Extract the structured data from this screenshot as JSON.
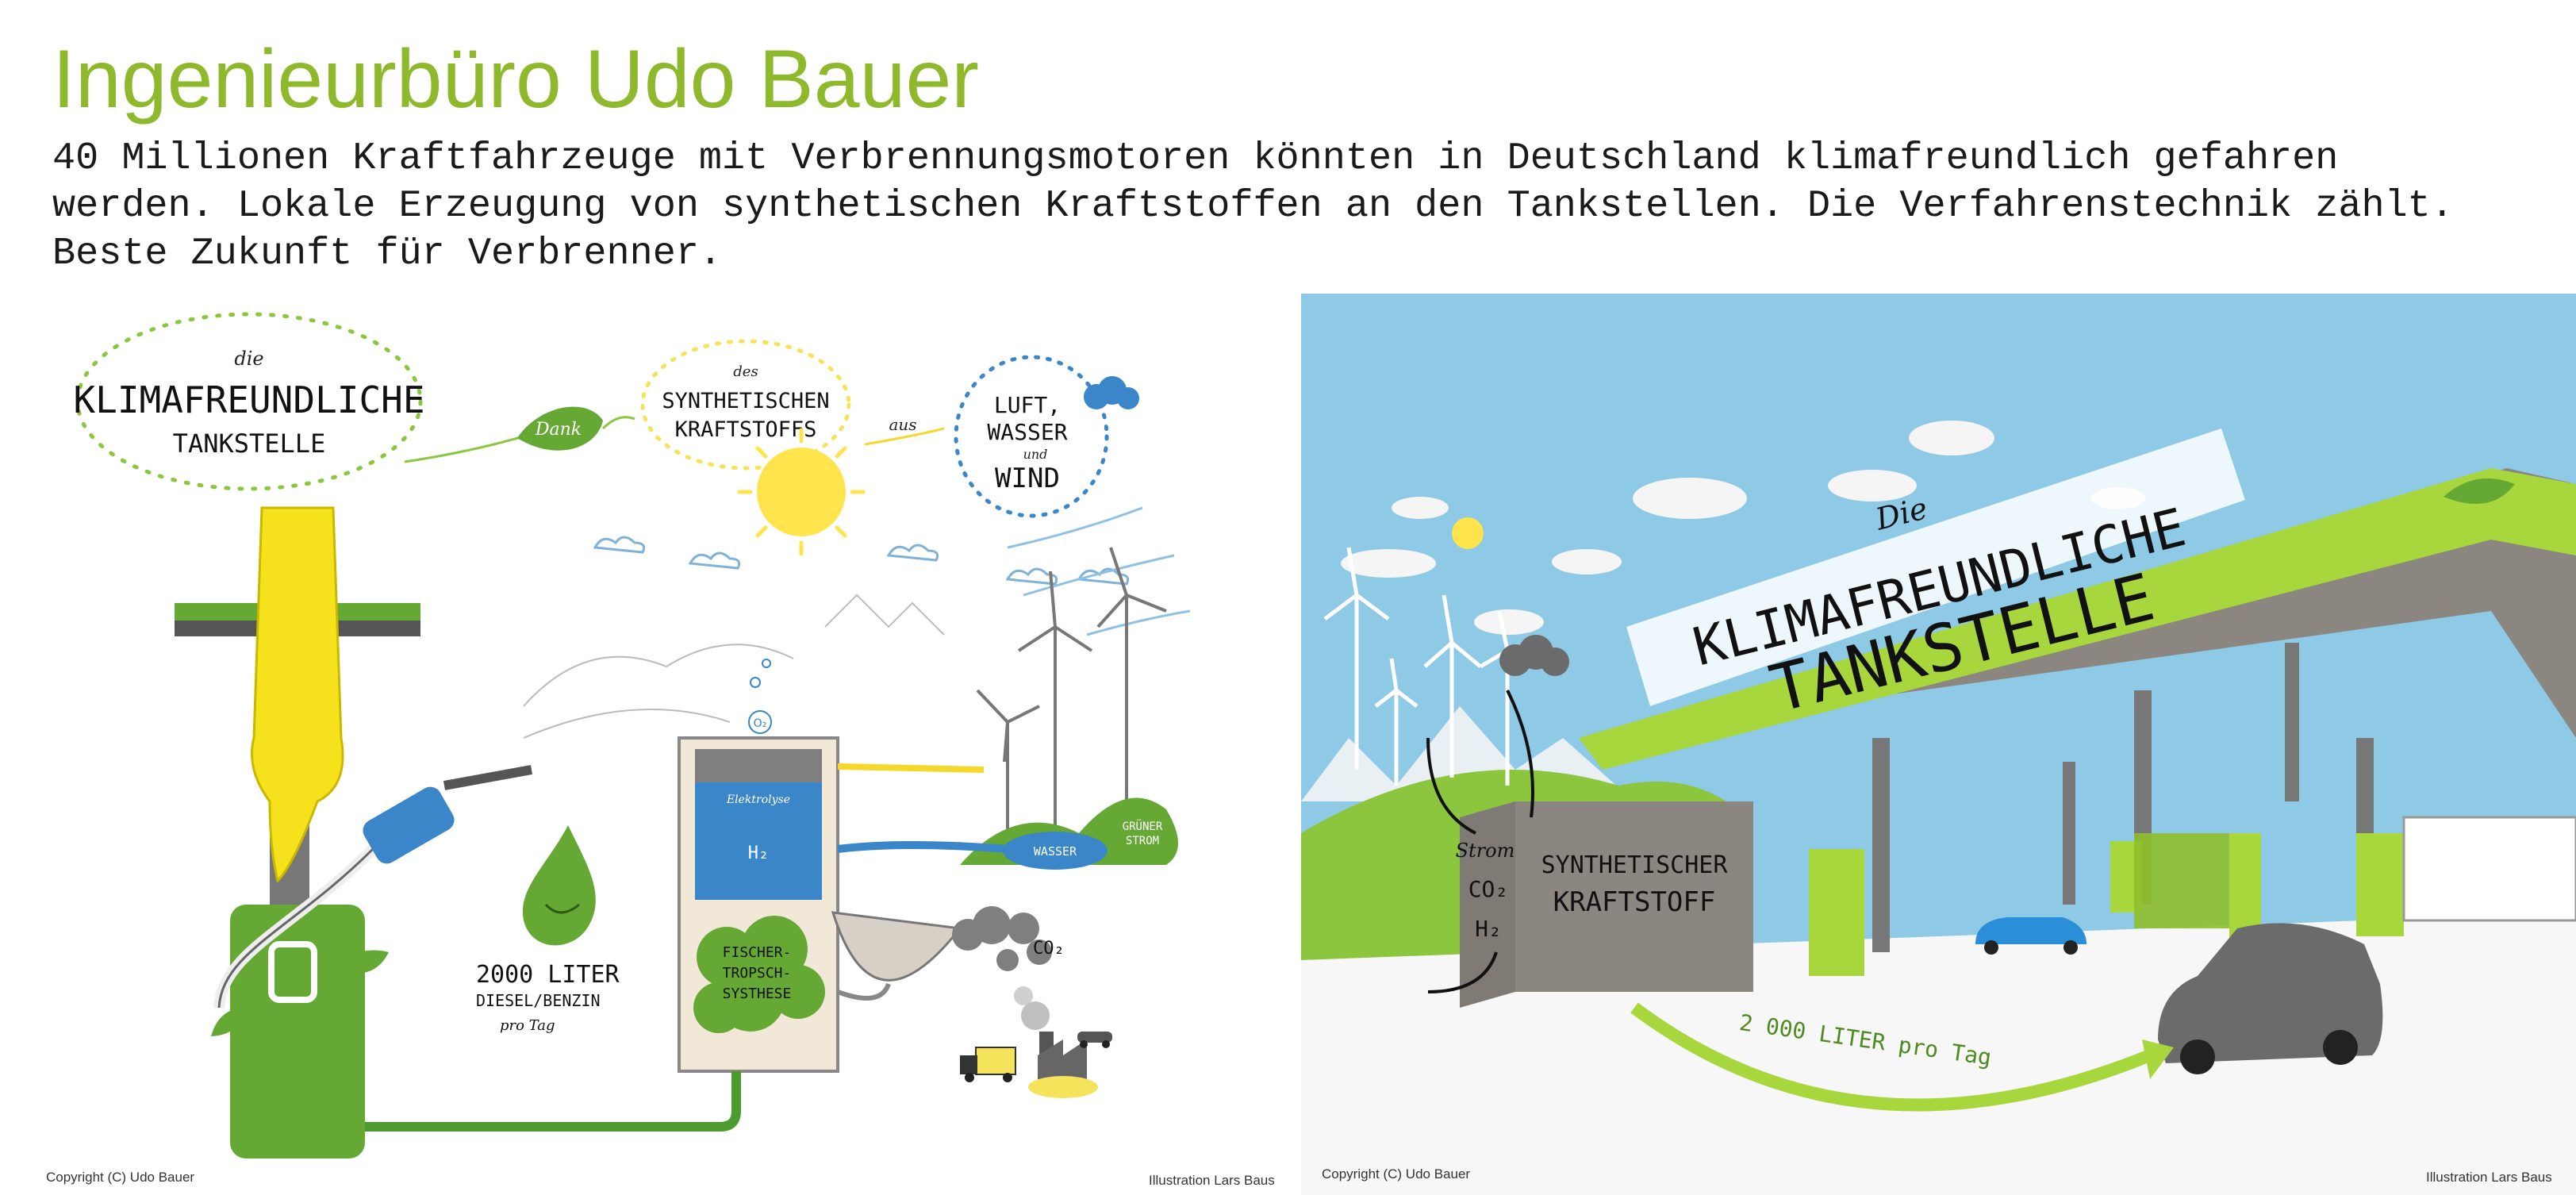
{
  "header": {
    "title": "Ingenieurbüro Udo Bauer",
    "intro": "40 Millionen Kraftfahrzeuge mit Verbrennungsmotoren könnten in Deutschland klimafreundlich gefahren werden. Lokale Erzeugung von synthetischen Kraftstoffen an den Tankstellen. Die Verfahrenstechnik zählt. Beste Zukunft für Verbrenner."
  },
  "left_illustration": {
    "bubble_die": "die",
    "bubble_main_line1": "KLIMAFREUNDLICHE",
    "bubble_main_line2": "TANKSTELLE",
    "leaf_label": "Dank",
    "bubble_des": "des",
    "bubble_synth_line1": "SYNTHETISCHEN",
    "bubble_synth_line2": "KRAFTSTOFFS",
    "connector_aus": "aus",
    "bubble_luft": "LUFT,",
    "bubble_wasser": "WASSER",
    "bubble_und": "und",
    "bubble_wind": "WIND",
    "oxygen_label": "O₂",
    "green_power_line1": "GRÜNER",
    "green_power_line2": "STROM",
    "electrolysis_label": "Elektrolyse",
    "h2_label": "H₂",
    "water_label": "WASSER",
    "synthesis_line1": "FISCHER-",
    "synthesis_line2": "TROPSCH-",
    "synthesis_line3": "SYSTHESE",
    "co2_label": "CO₂",
    "amount_line1": "2000 LITER",
    "amount_line2": "DIESEL/BENZIN",
    "amount_line3": "pro Tag",
    "copyright": "Copyright (C) Udo Bauer",
    "illustrator": "Illustration Lars Baus"
  },
  "right_illustration": {
    "sign_die": "Die",
    "sign_line1": "KLIMAFREUNDLICHE",
    "sign_line2": "TANKSTELLE",
    "input_strom": "Strom",
    "input_co2": "CO₂",
    "input_h2": "H₂",
    "box_line1": "SYNTHETISCHER",
    "box_line2": "KRAFTSTOFF",
    "flow_label": "2 000 LITER pro Tag",
    "copyright": "Copyright (C) Udo Bauer",
    "illustrator": "Illustration Lars Baus"
  },
  "colors": {
    "title_green": "#8fb92c",
    "accent_green": "#8cc63f",
    "water_blue": "#3a86c8",
    "sky_blue": "#8ec9e6",
    "sun_yellow": "#ffe44d",
    "roof_grey": "#8b8680"
  }
}
